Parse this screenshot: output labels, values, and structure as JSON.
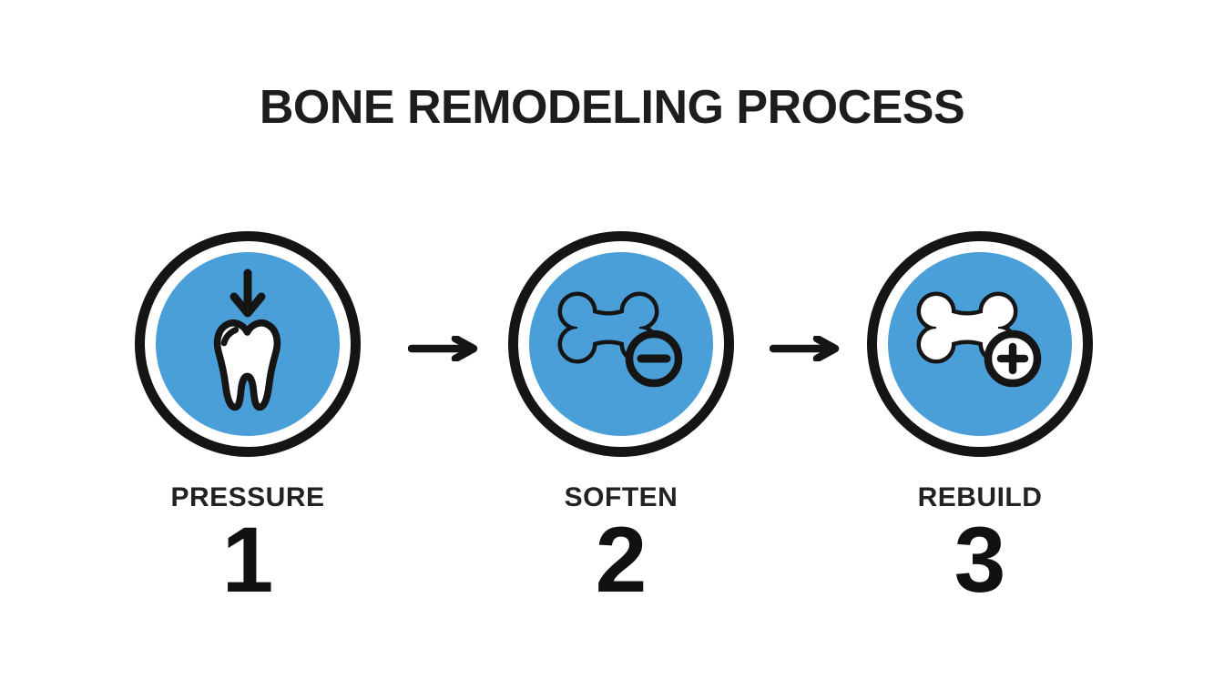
{
  "title": "BONE REMODELING PROCESS",
  "colors": {
    "accent_blue": "#4A9FD8",
    "ink_black": "#151515",
    "background": "#FFFFFF"
  },
  "stages": [
    {
      "label": "PRESSURE",
      "number": "1",
      "icon": "tooth-with-pressure-arrow"
    },
    {
      "label": "SOFTEN",
      "number": "2",
      "icon": "bone-with-minus-badge"
    },
    {
      "label": "REBUILD",
      "number": "3",
      "icon": "bone-with-plus-badge"
    }
  ],
  "connectors": [
    {
      "icon": "right-arrow"
    },
    {
      "icon": "right-arrow"
    }
  ]
}
